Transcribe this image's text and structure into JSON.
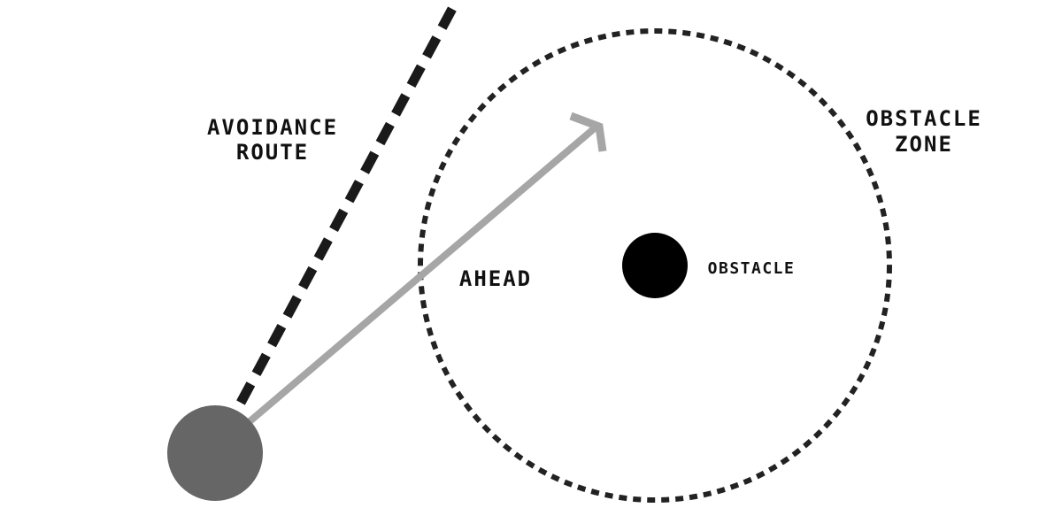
{
  "labels": {
    "avoidance_route_line1": "AVOIDANCE",
    "avoidance_route_line2": "ROUTE",
    "obstacle_zone_line1": "OBSTACLE",
    "obstacle_zone_line2": "ZONE",
    "ahead": "AHEAD",
    "obstacle": "OBSTACLE"
  },
  "colors": {
    "background": "#ffffff",
    "ink": "#111111",
    "agent": "#666666",
    "ahead_arrow": "#a6a6a6",
    "obstacle": "#000000",
    "zone_outline": "#222222",
    "route_line": "#1a1a1a"
  }
}
